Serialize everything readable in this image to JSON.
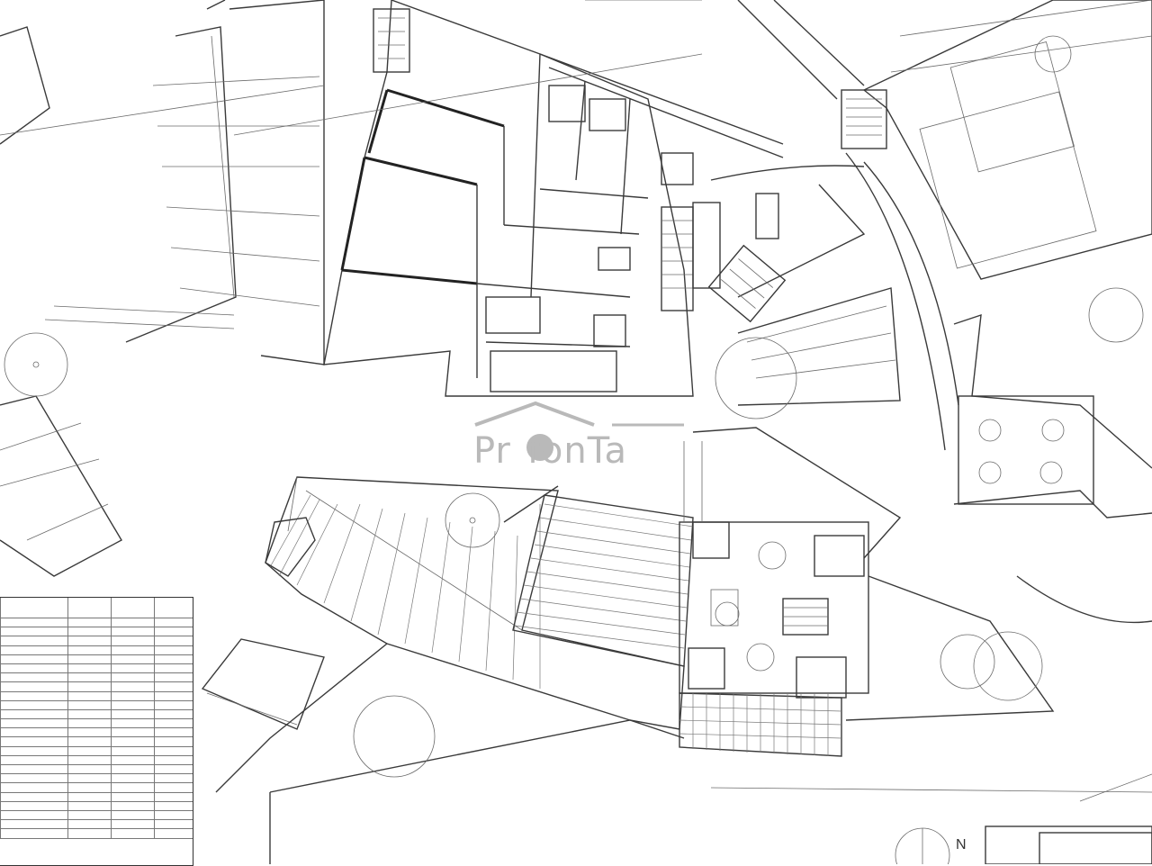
{
  "watermark": {
    "brand": "ProfonTa",
    "color": "#b9b9b9"
  },
  "compass": {
    "label": "N"
  },
  "table_rows": 24
}
